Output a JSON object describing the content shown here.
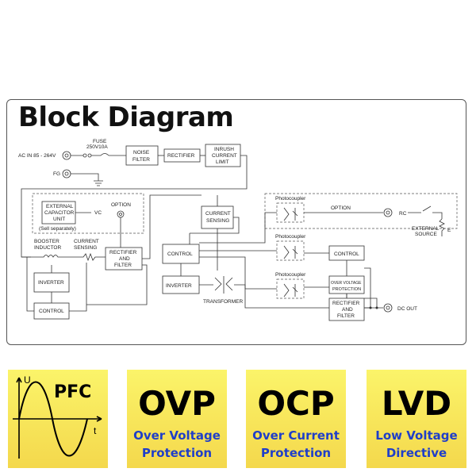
{
  "title": "Block Diagram",
  "labels": {
    "ac_in": "AC IN 85 - 264V",
    "fuse": "FUSE",
    "fuse_rating": "250V10A",
    "fg": "FG",
    "noise_filter_1": "NOISE",
    "noise_filter_2": "FILTER",
    "rectifier": "RECTIFIER",
    "inrush_1": "INRUSH",
    "inrush_2": "CURRENT",
    "inrush_3": "LIMIT",
    "ext_cap_1": "EXTERNAL",
    "ext_cap_2": "CAPACITOR",
    "ext_cap_3": "UNIT",
    "sold_sep": "(Sell separately)",
    "vc": "VC",
    "option_left": "OPTION",
    "booster_1": "BOOSTER",
    "booster_2": "INDUCTOR",
    "cur_sense_1": "CURRENT",
    "cur_sense_2": "SENSING",
    "rect_filter_1": "RECTIFIER",
    "rect_filter_2": "AND",
    "rect_filter_3": "FILTER",
    "inverter_left": "INVERTER",
    "control_left": "CONTROL",
    "current_sensing_mid_1": "CURRENT",
    "current_sensing_mid_2": "SENSING",
    "control_mid": "CONTROL",
    "inverter_mid": "INVERTER",
    "transformer": "TRANSFORMER",
    "photocoupler_1": "Photocoupler",
    "photocoupler_2": "Photocoupler",
    "photocoupler_3": "Photocoupler",
    "option_right": "OPTION",
    "rc": "RC",
    "external_source_1": "EXTERNAL",
    "external_source_2": "SOURCE",
    "e": "E",
    "control_right": "CONTROL",
    "ovp_1": "OVER VOLTAGE",
    "ovp_2": "PROTECTION",
    "rect_filter_r_1": "RECTIFIER",
    "rect_filter_r_2": "AND",
    "rect_filter_r_3": "FILTER",
    "dc_out": "DC OUT"
  },
  "badges": [
    {
      "big": "PFC",
      "line1": "",
      "line2": ""
    },
    {
      "big": "OVP",
      "line1": "Over Voltage",
      "line2": "Protection"
    },
    {
      "big": "OCP",
      "line1": "Over Current",
      "line2": "Protection"
    },
    {
      "big": "LVD",
      "line1": "Low Voltage",
      "line2": "Directive"
    }
  ],
  "pfc_axes": {
    "u": "U",
    "t": "t"
  },
  "colors": {
    "badge_top": "#fbf46a",
    "badge_bottom": "#f4d84c",
    "sub_text": "#1f3ec9"
  }
}
